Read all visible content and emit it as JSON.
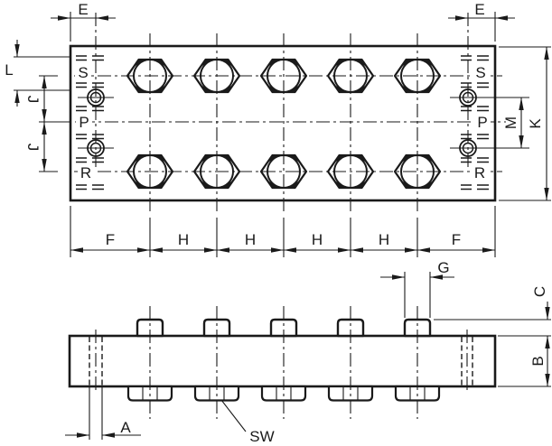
{
  "drawing": {
    "colors": {
      "line": "#1a1a1a",
      "background": "#ffffff"
    },
    "port_labels": {
      "s": "S",
      "p": "P",
      "r": "R"
    },
    "dim_labels": {
      "e": "E",
      "l": "L",
      "j": "J",
      "m": "M",
      "k": "K",
      "f": "F",
      "h": "H",
      "g": "G",
      "c": "C",
      "b": "B",
      "a": "A",
      "sw": "SW"
    }
  }
}
